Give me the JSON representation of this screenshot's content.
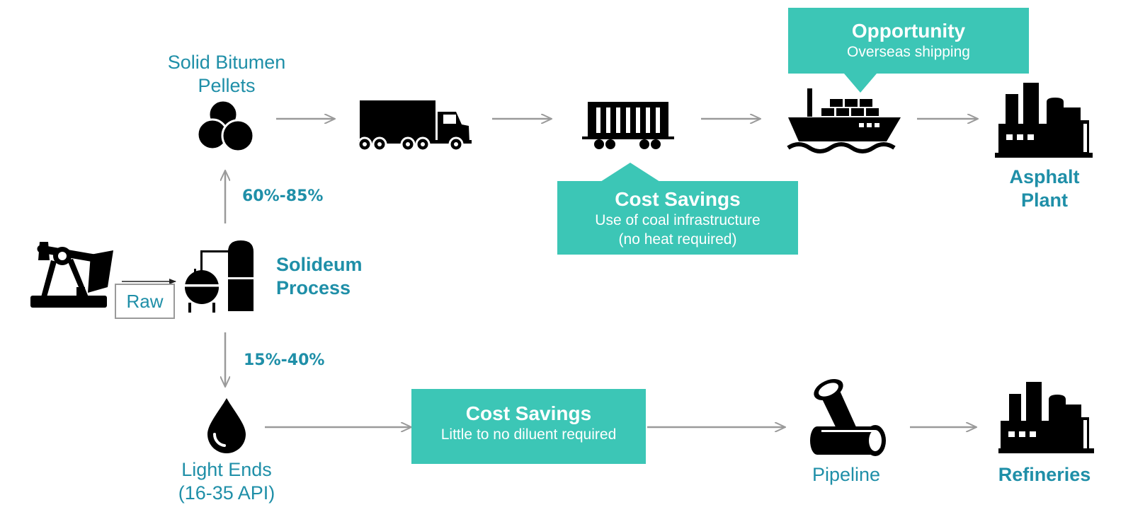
{
  "labels": {
    "pellets_line1": "Solid Bitumen",
    "pellets_line2": "Pellets",
    "raw": "Raw",
    "process_line1": "Solideum",
    "process_line2": "Process",
    "pct_top": "60%-85%",
    "pct_bottom": "15%-40%",
    "light_line1": "Light Ends",
    "light_line2": "(16-35 API)",
    "asphalt_line1": "Asphalt",
    "asphalt_line2": "Plant",
    "pipeline": "Pipeline",
    "refineries": "Refineries"
  },
  "callouts": {
    "opportunity": {
      "title": "Opportunity",
      "sub1": "Overseas shipping"
    },
    "rail_savings": {
      "title": "Cost Savings",
      "sub1": "Use of coal infrastructure",
      "sub2": "(no heat required)"
    },
    "diluent_savings": {
      "title": "Cost Savings",
      "sub1": "Little to no diluent required"
    }
  },
  "colors": {
    "accent_teal": "#3cc6b6",
    "label_blue": "#1f8fa8",
    "arrow_gray": "#9a9a9a",
    "icon_black": "#000000"
  },
  "icons": [
    "pumpjack-icon",
    "refinery-process-icon",
    "pellets-icon",
    "truck-icon",
    "rail-car-icon",
    "cargo-ship-icon",
    "factory-icon",
    "oil-drop-icon",
    "pipeline-icon"
  ]
}
